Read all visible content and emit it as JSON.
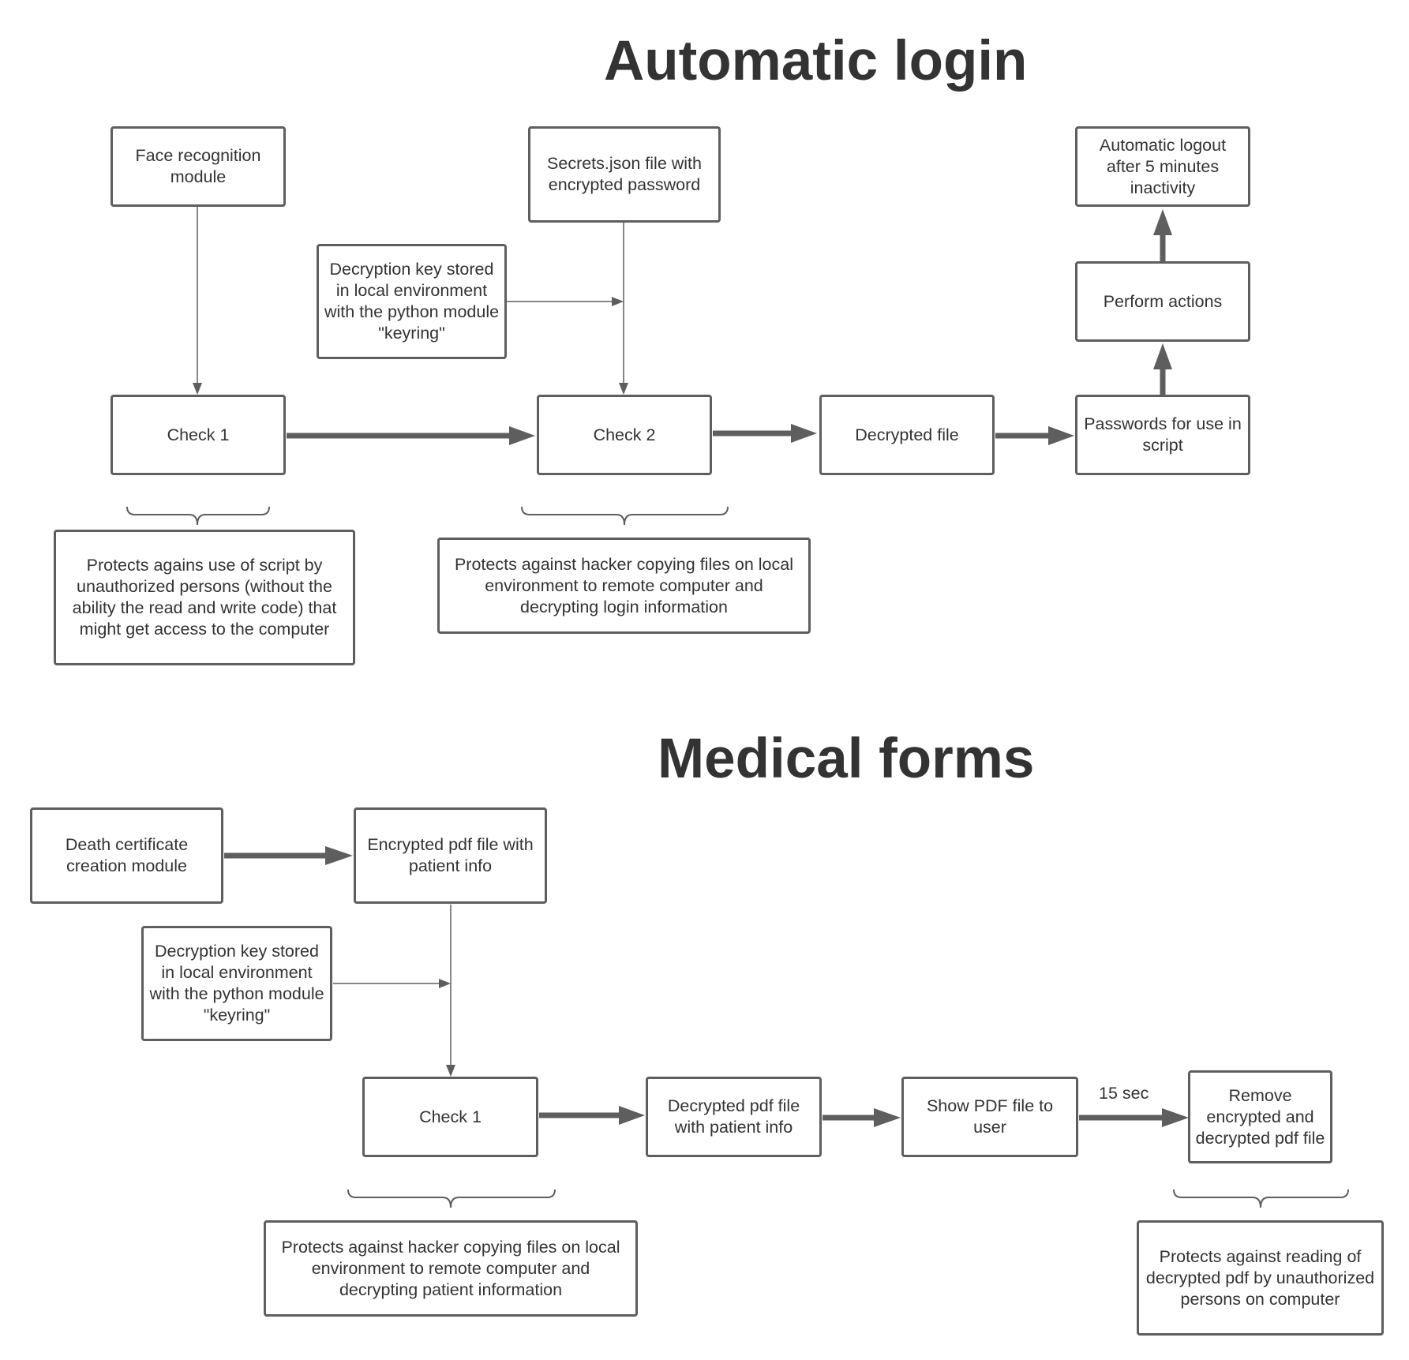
{
  "sections": [
    {
      "title": "Automatic login",
      "nodes": {
        "face": "Face recognition module",
        "secrets": "Secrets.json file with encrypted password",
        "logout": "Automatic logout after 5 minutes inactivity",
        "keyring": "Decryption key stored in local environment with the python module \"keyring\"",
        "perform": "Perform actions",
        "check1": "Check 1",
        "check2": "Check 2",
        "decrypted": "Decrypted file",
        "passwords": "Passwords for use in script",
        "note1": "Protects agains use of script by unauthorized persons (without the ability the read and write code) that might get access to the computer",
        "note2": "Protects against hacker copying files on local environment to remote computer and decrypting login information"
      },
      "edges": [
        {
          "from": "face",
          "to": "check1",
          "style": "thin"
        },
        {
          "from": "secrets",
          "to": "check2",
          "style": "thin"
        },
        {
          "from": "keyring",
          "to": "secrets-check2-line",
          "style": "thin"
        },
        {
          "from": "check1",
          "to": "check2",
          "style": "thick"
        },
        {
          "from": "check2",
          "to": "decrypted",
          "style": "thick"
        },
        {
          "from": "decrypted",
          "to": "passwords",
          "style": "thick"
        },
        {
          "from": "passwords",
          "to": "perform",
          "style": "thick"
        },
        {
          "from": "perform",
          "to": "logout",
          "style": "thick"
        }
      ]
    },
    {
      "title": "Medical forms",
      "nodes": {
        "death": "Death certificate creation module",
        "encpdf": "Encrypted pdf file with patient info",
        "keyring": "Decryption key stored in local environment with the python module \"keyring\"",
        "check1": "Check 1",
        "decpdf": "Decrypted pdf file with patient info",
        "show": "Show PDF file to user",
        "remove": "Remove encrypted and decrypted pdf file",
        "note1": "Protects against hacker copying files on local environment to remote computer and decrypting patient information",
        "note2": "Protects against reading of decrypted pdf by unauthorized persons on computer"
      },
      "edge_labels": {
        "show_remove": "15 sec"
      },
      "edges": [
        {
          "from": "death",
          "to": "encpdf",
          "style": "thick"
        },
        {
          "from": "encpdf",
          "to": "check1",
          "style": "thin"
        },
        {
          "from": "keyring",
          "to": "encpdf-check1-line",
          "style": "thin"
        },
        {
          "from": "check1",
          "to": "decpdf",
          "style": "thick"
        },
        {
          "from": "decpdf",
          "to": "show",
          "style": "thick"
        },
        {
          "from": "show",
          "to": "remove",
          "style": "thick",
          "label": "15 sec"
        }
      ]
    }
  ],
  "colors": {
    "box_border": "#5e5e5e",
    "text": "#333333",
    "arrow": "#5e5e5e",
    "background": "#ffffff"
  }
}
